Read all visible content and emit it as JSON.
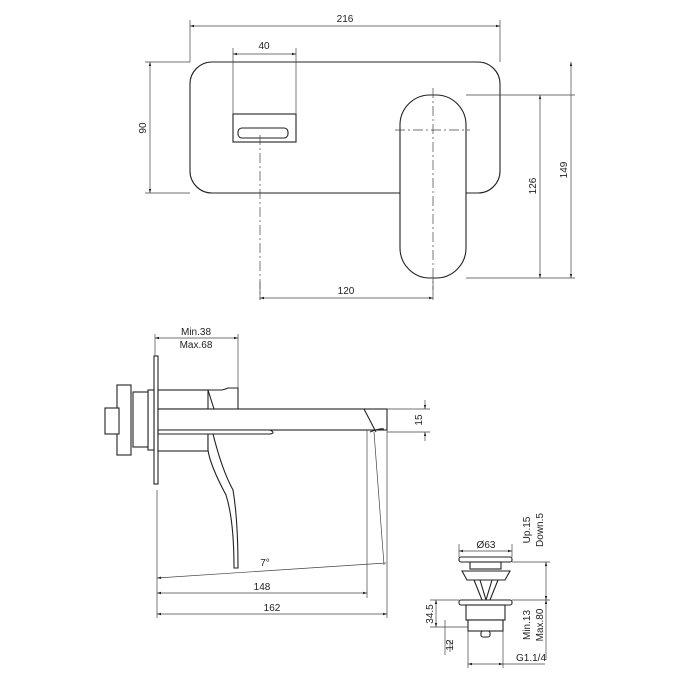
{
  "top_view": {
    "dims": {
      "width": "216",
      "aerator_width": "40",
      "plate_height": "90",
      "handle_height": "126",
      "total_height": "149",
      "spout_to_handle": "120"
    }
  },
  "side_view": {
    "dims": {
      "wall_min": "Min.38",
      "wall_max": "Max.68",
      "spout_height": "15",
      "angle": "7°",
      "projection": "148",
      "total_length": "162"
    }
  },
  "drain": {
    "dims": {
      "diameter": "63",
      "diameter_symbol": "Ø",
      "up": "Up.15",
      "down": "Down.5",
      "min": "Min.13",
      "max": "Max.80",
      "flange": "34.5",
      "thread_len": "12",
      "thread": "G1.1/4"
    }
  }
}
